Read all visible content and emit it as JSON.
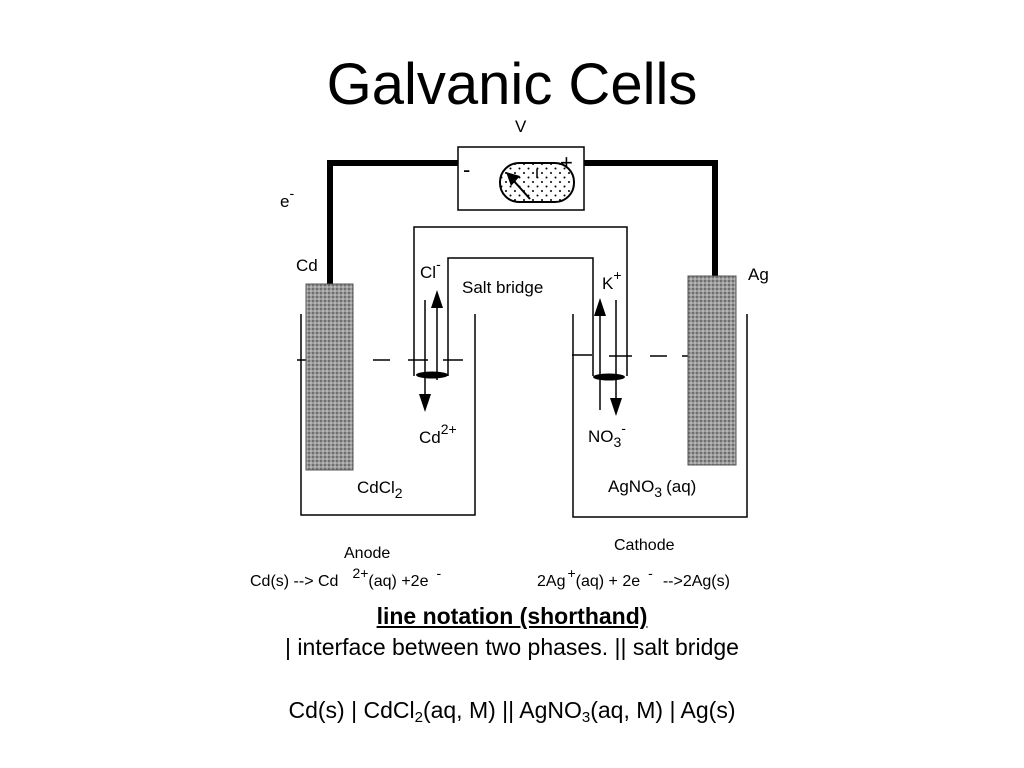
{
  "slide": {
    "title": "Galvanic Cells"
  },
  "voltmeter": {
    "label": "V",
    "neg": "-",
    "pos": "+"
  },
  "electron": {
    "base": "e",
    "sup": "-"
  },
  "anode_electrode": {
    "label": "Cd"
  },
  "cathode_electrode": {
    "label": "Ag"
  },
  "salt_bridge": {
    "label": "Salt bridge",
    "anion": {
      "base": "Cl",
      "sup": "-"
    },
    "cation": {
      "base": "K",
      "sup": "+"
    }
  },
  "anode_ion": {
    "base": "Cd",
    "sup": "2+"
  },
  "cathode_ion": {
    "base": "NO",
    "sub": "3",
    "sup": "-"
  },
  "anode_solution": {
    "base": "CdCl",
    "sub": "2"
  },
  "cathode_solution": {
    "base": "AgNO",
    "sub": "3",
    "suffix": "(aq)"
  },
  "anode_reaction": {
    "title": "Anode",
    "part1": "Cd(s) --> Cd",
    "sup1": "2+",
    "part2": "(aq) +2e",
    "sup2": "-"
  },
  "cathode_reaction": {
    "title": "Cathode",
    "part1": "2Ag",
    "sup1": "+",
    "part2": "(aq) + 2e",
    "sup2": "-",
    "part3": "-->2Ag(s)"
  },
  "notation": {
    "heading": "line notation (shorthand)",
    "legend": "| interface between two phases. || salt bridge",
    "p1": "Cd(s) | CdCl",
    "s1": "2",
    "p2": "(aq, M) || AgNO",
    "s2": "3",
    "p3": "(aq, M) | Ag(s)"
  },
  "colors": {
    "ink": "#000000",
    "electrode_fill": "#8c8c8c",
    "background": "#ffffff"
  }
}
